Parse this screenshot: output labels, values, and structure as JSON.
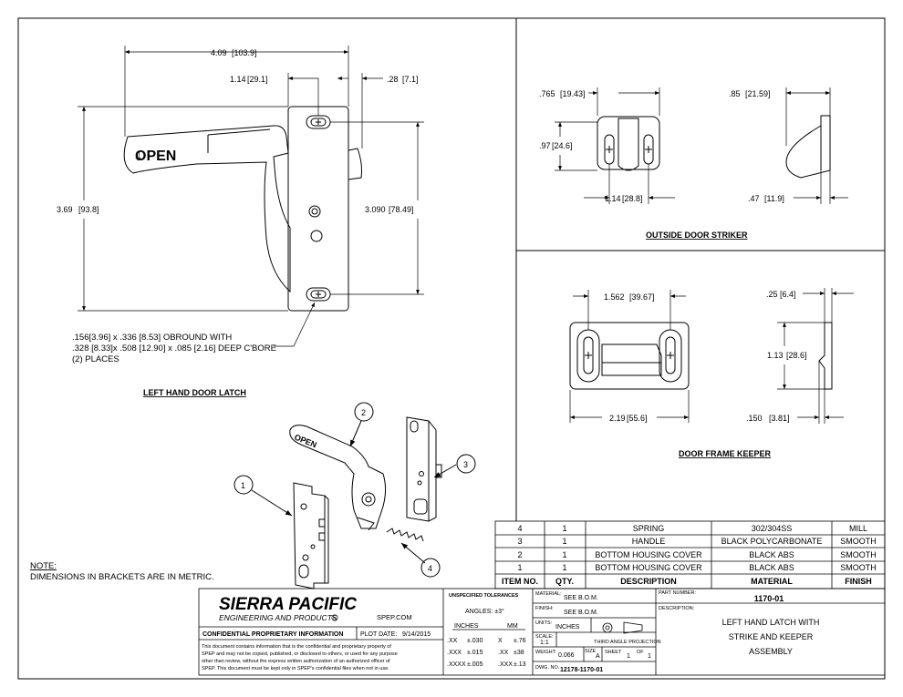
{
  "views": {
    "latch": {
      "caption": "LEFT HAND DOOR LATCH",
      "dims": {
        "overall_width": "4.09",
        "overall_width_mm": "103.9",
        "hole_offset": "1.14",
        "hole_offset_mm": "29.1",
        "bolt": ".28",
        "bolt_mm": "7.1",
        "height": "3.69",
        "height_mm": "93.8",
        "hole_spacing": "3.090",
        "hole_spacing_mm": "78.49"
      },
      "handle_text": "OPEN",
      "callout_lines": [
        ".156[3.96] x .336 [8.53] OBROUND WITH",
        ".328 [8.33]x .508 [12.90] x .085 [2.16] DEEP C'BORE",
        "(2) PLACES"
      ]
    },
    "striker": {
      "caption": "OUTSIDE DOOR STRIKER",
      "dims": {
        "width": ".765",
        "width_mm": "19.43",
        "height": ".97",
        "height_mm": "24.6",
        "hole_spacing": "1.14",
        "hole_spacing_mm": "28.8",
        "depth": ".85",
        "depth_mm": "21.59",
        "thickness": ".47",
        "thickness_mm": "11.9"
      }
    },
    "keeper": {
      "caption": "DOOR FRAME KEEPER",
      "dims": {
        "hole_spacing": "1.562",
        "hole_spacing_mm": "39.67",
        "width": "2.19",
        "width_mm": "55.6",
        "thickness": ".25",
        "thickness_mm": "6.4",
        "height": "1.13",
        "height_mm": "28.6",
        "lip": ".150",
        "lip_mm": "3.81"
      }
    },
    "exploded": {
      "balloons": [
        "1",
        "2",
        "3",
        "4"
      ],
      "handle_text": "OPEN"
    }
  },
  "note": {
    "title": "NOTE:",
    "text": "DIMENSIONS IN BRACKETS ARE IN METRIC."
  },
  "bom": {
    "headers": [
      "ITEM NO.",
      "QTY.",
      "DESCRIPTION",
      "MATERIAL",
      "FINISH"
    ],
    "rows": [
      [
        "4",
        "1",
        "SPRING",
        "302/304SS",
        "MILL"
      ],
      [
        "3",
        "1",
        "HANDLE",
        "BLACK POLYCARBONATE",
        "SMOOTH"
      ],
      [
        "2",
        "1",
        "BOTTOM HOUSING COVER",
        "BLACK ABS",
        "SMOOTH"
      ],
      [
        "1",
        "1",
        "BOTTOM HOUSING COVER",
        "BLACK ABS",
        "SMOOTH"
      ]
    ]
  },
  "title_block": {
    "company": "SIERRA PACIFIC",
    "company_sub": "ENGINEERING AND PRODUCTS",
    "registered": "R",
    "website": "SPEP.COM",
    "confidential_title": "CONFIDENTIAL PROPRIETARY INFORMATION",
    "plot_date_label": "PLOT DATE:",
    "plot_date": "9/14/2015",
    "confidential_lines": [
      "This document contains information that is the confidential and proprietary property of",
      "SPEP and may not be copied, published, or disclosed to others, or used for any purpose",
      "other than review, without the express written authorization of an authorized officer of",
      "SPEP. This document must be kept only in SPEP's confidential files when not in use."
    ],
    "tolerances": {
      "title": "UNSPECIFIED TOLERANCES",
      "angles": "ANGLES: ±3°",
      "inches_label": "INCHES",
      "mm_label": "MM",
      "inch_rows": [
        [
          ".XX",
          "±.030"
        ],
        [
          ".XXX",
          "±.015"
        ],
        [
          ".XXXX",
          "±.005"
        ]
      ],
      "mm_rows": [
        [
          "X",
          "±.76"
        ],
        [
          ".XX",
          "±38"
        ],
        [
          ".XXX",
          "±.13"
        ]
      ]
    },
    "material_label": "MATERIAL:",
    "material": "SEE B.O.M.",
    "finish_label": "FINISH:",
    "finish": "SEE B.O.M.",
    "units_label": "UNITS:",
    "units": "INCHES",
    "projection": "THIRD ANGLE PROJECTION",
    "scale_label": "SCALE:",
    "scale": "1:1",
    "weight_label": "WEIGHT:",
    "weight": "0.066",
    "size_label": "SIZE",
    "size": "A",
    "sheet_label": "SHEET",
    "sheet": "1",
    "of_label": "OF",
    "sheet_total": "1",
    "dwg_label": "DWG. NO.",
    "dwg_no": "12178-1170-01",
    "part_label": "PART NUMBER:",
    "part_number": "1170-01",
    "desc_label": "DESCRIPTION:",
    "description_lines": [
      "LEFT HAND LATCH WITH",
      "STRIKE AND KEEPER",
      "ASSEMBLY"
    ]
  }
}
